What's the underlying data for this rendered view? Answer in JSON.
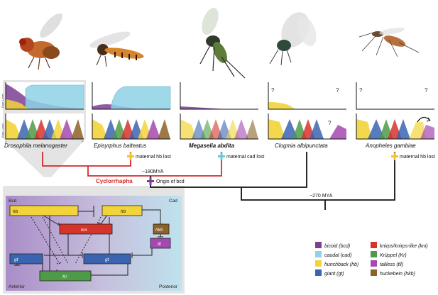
{
  "species": [
    {
      "name": "Drosophila melanogaster",
      "bold": false
    },
    {
      "name": "Episyrphus balteatus",
      "bold": false
    },
    {
      "name": "Megaselia abdita",
      "bold": true
    },
    {
      "name": "Clogmia albipunctata",
      "bold": false
    },
    {
      "name": "Anopheles gambiae",
      "bold": false
    }
  ],
  "panel_axis": {
    "top_label": "Expr. Level",
    "bottom_label": "Expr. Level",
    "anterior_tick": "A",
    "posterior_tick": "P"
  },
  "unknown_marker": "?",
  "tree": {
    "events": {
      "hb_lost_1": "maternal hb lost",
      "cad_lost": "maternal cad lost",
      "hb_lost_2": "maternal hb lost",
      "bcd_origin": "Origin of bcd"
    },
    "clade_label": "Cyclorrhapha",
    "ages": {
      "node_180": "~180MYA",
      "node_270": "~270 MYA"
    }
  },
  "network": {
    "corner_labels": {
      "top_left": "Bcd",
      "top_right": "Cad",
      "bottom_left": "Anterior",
      "bottom_right": "Posterior"
    },
    "genes": {
      "hb_left": "hb",
      "hb_right": "hb",
      "kni": "kni",
      "hkb": "hkb",
      "tll": "tll",
      "gt_left": "gt",
      "gt_right": "gt",
      "kr": "Kr"
    }
  },
  "legend": [
    {
      "label": "bicoid (bcd)",
      "color": "#7b3f93"
    },
    {
      "label": "caudal (cad)",
      "color": "#8fd3e6"
    },
    {
      "label": "hunchback (hb)",
      "color": "#f2d43a"
    },
    {
      "label": "giant (gt)",
      "color": "#3a64b0"
    },
    {
      "label": "knirps/knirps-like (kni)",
      "color": "#d6332b"
    },
    {
      "label": "Krüppel (Kr)",
      "color": "#4e9a48"
    },
    {
      "label": "tailless (tll)",
      "color": "#a449b0"
    },
    {
      "label": "huckebein (hkb)",
      "color": "#8c6227"
    }
  ],
  "colors": {
    "tree_red": "#d42a2a",
    "tree_black": "#111111",
    "event_yellow": "#f2c230",
    "event_cyan": "#6fc6d9",
    "event_purple": "#7b3f93"
  }
}
